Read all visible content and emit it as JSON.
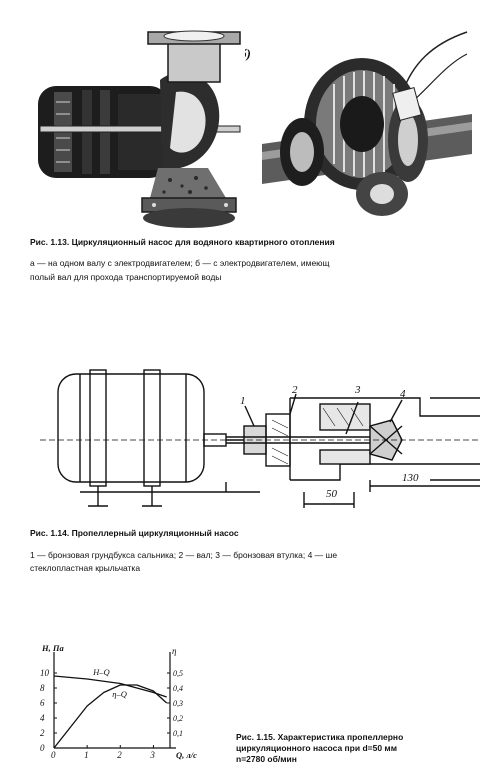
{
  "fig113": {
    "label_a": "а)",
    "label_b": "б)",
    "caption_title": "Рис. 1.13. Циркуляционный насос для водяного квартирного отопления",
    "caption_line1": "а — на одном валу с электродвигателем; б — с электродвигателем, имеющ",
    "caption_line2": "полый вал для прохода транспортируемой воды"
  },
  "fig114": {
    "callouts": [
      "1",
      "2",
      "3",
      "4"
    ],
    "dim_50": "50",
    "dim_130": "130",
    "caption_title": "Рис. 1.14. Пропеллерный циркуляционный насос",
    "caption_line1": "1 — бронзовая грундбукса сальника; 2 — вал; 3 — бронзовая втулка; 4 — ше",
    "caption_line2": "стеклопластная крыльчатка"
  },
  "fig115": {
    "caption_line1": "Рис. 1.15. Характеристика пропеллерно",
    "caption_line2": "циркуляционного насоса при d=50 мм",
    "caption_line3": "n=2780 об/мин"
  },
  "chart_data": {
    "type": "line",
    "xlabel": "Q, л/с",
    "ylabel": "H, Па",
    "y2label": "η",
    "xlim": [
      0,
      3.5
    ],
    "ylim": [
      0,
      12
    ],
    "y2lim": [
      0,
      0.6
    ],
    "x_ticks": [
      "0",
      "1",
      "2",
      "3"
    ],
    "y_ticks": [
      "0",
      "2",
      "4",
      "6",
      "8",
      "10"
    ],
    "y2_ticks": [
      "0,1",
      "0,2",
      "0,3",
      "0,4",
      "0,5"
    ],
    "grid": false,
    "series": [
      {
        "name": "H–Q",
        "axis": "left",
        "x": [
          0,
          1,
          2,
          3,
          3.4
        ],
        "y": [
          9.6,
          9.2,
          8.6,
          7.4,
          6.8
        ]
      },
      {
        "name": "η–Q",
        "axis": "right",
        "x": [
          0,
          1,
          1.5,
          2,
          2.5,
          3,
          3.4
        ],
        "y": [
          0,
          0.28,
          0.37,
          0.42,
          0.42,
          0.38,
          0.3
        ]
      }
    ]
  }
}
